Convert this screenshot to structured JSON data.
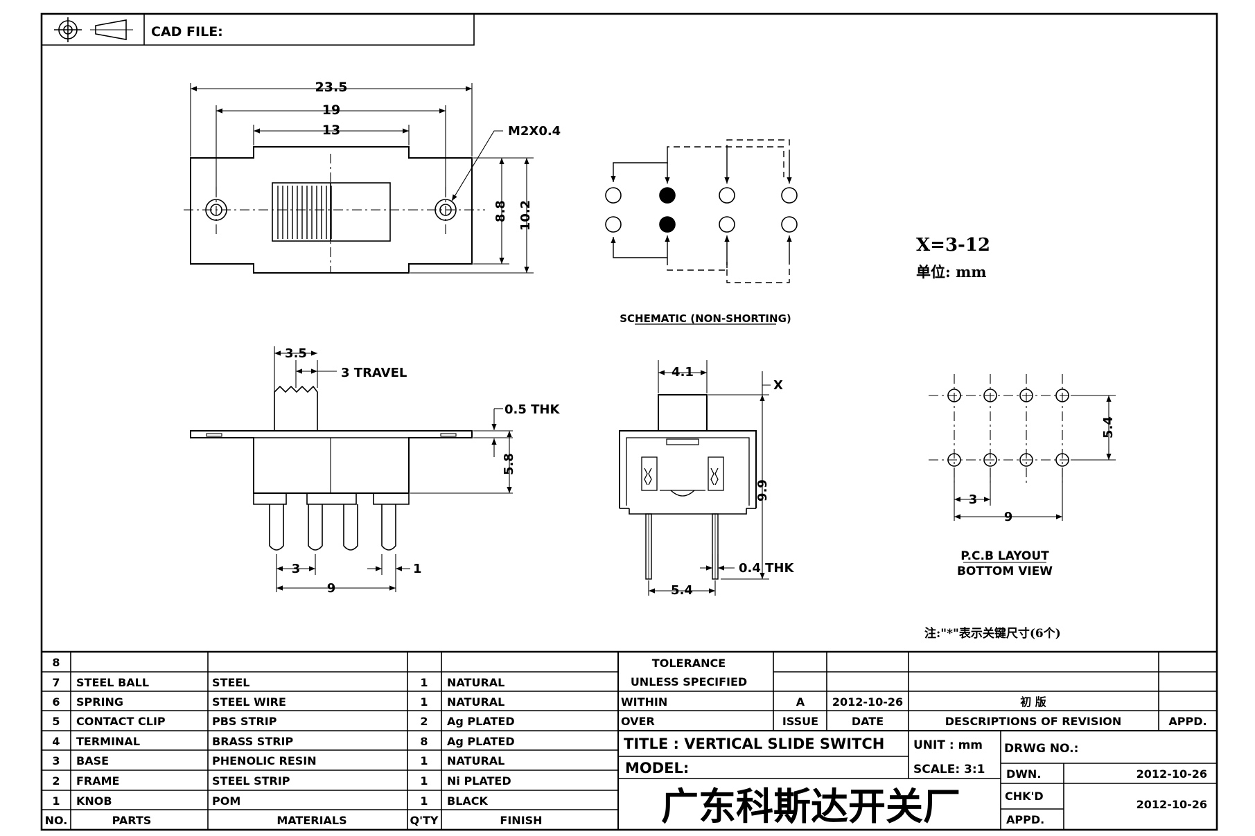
{
  "header": {
    "cad_file_label": "CAD FILE:"
  },
  "top_view": {
    "dim_overall": "23.5",
    "dim_holes": "19",
    "dim_slot": "13",
    "thread": "M2X0.4",
    "dim_height_inner": "8.8",
    "dim_height_outer": "10.2"
  },
  "schematic": {
    "caption": "SCHEMATIC (NON-SHORTING)"
  },
  "notes": {
    "x_range": "X=3-12",
    "unit_note": "单位: mm",
    "key_dims_note": "注:\"*\"表示关键尺寸(6个)"
  },
  "side_view": {
    "dim_knob": "3.5",
    "travel": "3 TRAVEL",
    "thickness": "0.5 THK",
    "dim_body_height": "5.8",
    "dim_pitch": "3",
    "dim_pin_width": "1",
    "dim_span": "9"
  },
  "end_view": {
    "dim_knob": "4.1",
    "x_label": "X",
    "dim_height": "9.9",
    "pin_thk": "0.4 THK",
    "dim_width": "5.4"
  },
  "pcb_layout": {
    "dim_row_spacing": "5.4",
    "dim_pitch": "3",
    "dim_span": "9",
    "caption_line1": "P.C.B LAYOUT",
    "caption_line2": "BOTTOM VIEW"
  },
  "bom": {
    "headers": [
      "NO.",
      "PARTS",
      "MATERIALS",
      "Q'TY",
      "FINISH"
    ],
    "rows": [
      {
        "no": "8",
        "part": "",
        "material": "",
        "qty": "",
        "finish": ""
      },
      {
        "no": "7",
        "part": "STEEL BALL",
        "material": "STEEL",
        "qty": "1",
        "finish": "NATURAL"
      },
      {
        "no": "6",
        "part": "SPRING",
        "material": "STEEL WIRE",
        "qty": "1",
        "finish": "NATURAL"
      },
      {
        "no": "5",
        "part": "CONTACT CLIP",
        "material": "PBS STRIP",
        "qty": "2",
        "finish": "Ag PLATED"
      },
      {
        "no": "4",
        "part": "TERMINAL",
        "material": "BRASS STRIP",
        "qty": "8",
        "finish": "Ag PLATED"
      },
      {
        "no": "3",
        "part": "BASE",
        "material": "PHENOLIC RESIN",
        "qty": "1",
        "finish": "NATURAL"
      },
      {
        "no": "2",
        "part": "FRAME",
        "material": "STEEL STRIP",
        "qty": "1",
        "finish": "Ni PLATED"
      },
      {
        "no": "1",
        "part": "KNOB",
        "material": "POM",
        "qty": "1",
        "finish": "BLACK"
      }
    ]
  },
  "tolerance": {
    "line1": "TOLERANCE",
    "line2": "UNLESS  SPECIFIED",
    "within": "WITHIN",
    "over": "OVER"
  },
  "revision": {
    "issue": "A",
    "date": "2012-10-26",
    "description": "初  版",
    "issue_label": "ISSUE",
    "date_label": "DATE",
    "desc_label": "DESCRIPTIONS OF REVISION",
    "appd_label": "APPD."
  },
  "title_block": {
    "title": "TITLE :  VERTICAL  SLIDE  SWITCH",
    "unit": "UNIT :  mm",
    "drawing_no_label": "DRWG NO.:",
    "model_label": "MODEL:",
    "scale": "SCALE:  3:1",
    "dwn_label": "DWN.",
    "dwn_date": "2012-10-26",
    "chkd_label": "CHK'D",
    "chkd_date": "2012-10-26",
    "appd_label": "APPD.",
    "company": "广东科斯达开关厂"
  }
}
